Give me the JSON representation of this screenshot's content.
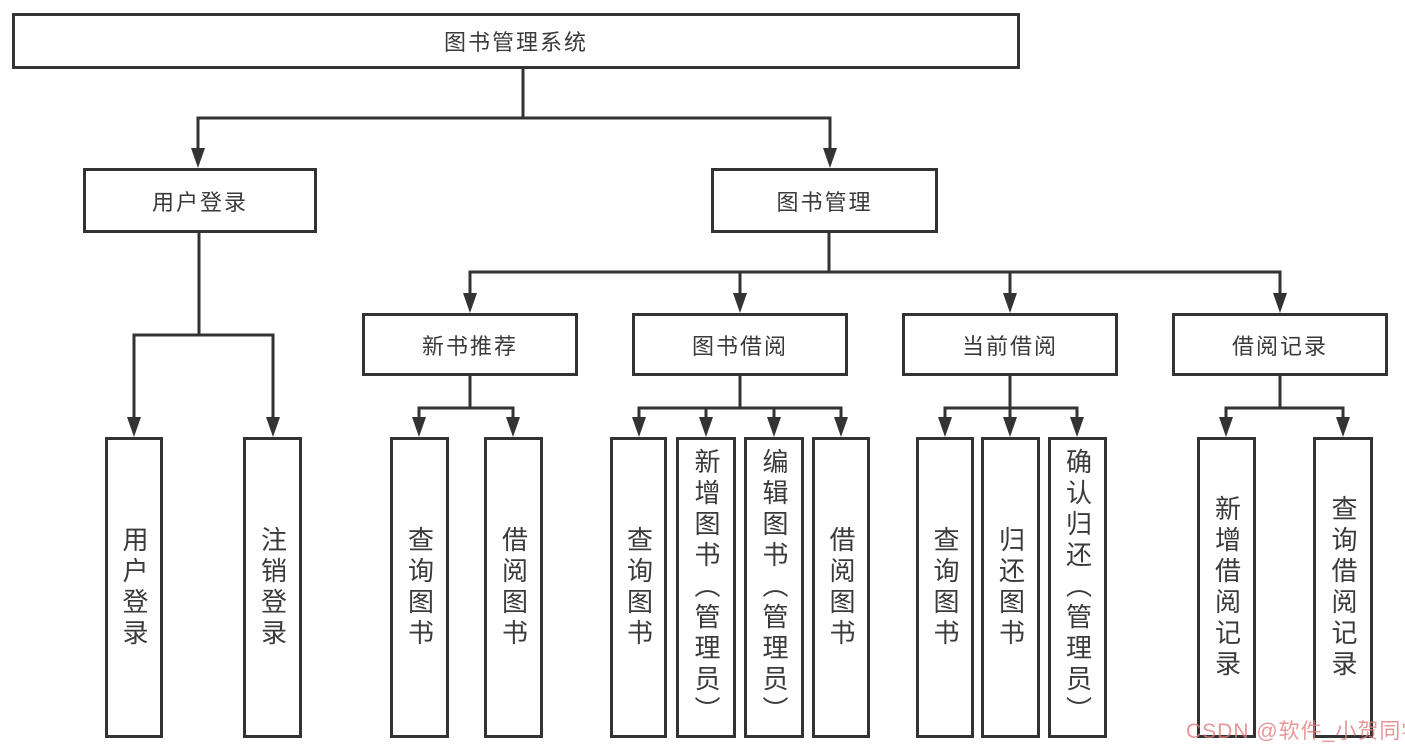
{
  "diagram": {
    "watermark": "CSDN @软件_小贺同学",
    "colors": {
      "background": "#ffffff",
      "line": "#333333",
      "box_border": "#333333",
      "text": "#3a3a3a",
      "watermark": "#e17d7d"
    },
    "nodes": {
      "root": {
        "label": "图书管理系统"
      },
      "user_login": {
        "label": "用户登录"
      },
      "book_management": {
        "label": "图书管理"
      },
      "new_book_recommend": {
        "label": "新书推荐"
      },
      "book_borrowing": {
        "label": "图书借阅"
      },
      "current_borrowing": {
        "label": "当前借阅"
      },
      "borrowing_records": {
        "label": "借阅记录"
      },
      "leaf_user_login": {
        "label": "用户登录"
      },
      "leaf_logout": {
        "label": "注销登录"
      },
      "leaf_query_books_recommend": {
        "label": "查询图书"
      },
      "leaf_borrow_books_recommend": {
        "label": "借阅图书"
      },
      "leaf_query_books_borrowing": {
        "label": "查询图书"
      },
      "leaf_add_books_admin": {
        "label": "新增图书（管理员）"
      },
      "leaf_edit_books_admin": {
        "label": "编辑图书（管理员）"
      },
      "leaf_borrow_books_borrowing": {
        "label": "借阅图书"
      },
      "leaf_query_books_current": {
        "label": "查询图书"
      },
      "leaf_return_books": {
        "label": "归还图书"
      },
      "leaf_confirm_return_admin": {
        "label": "确认归还（管理员）"
      },
      "leaf_add_borrow_record": {
        "label": "新增借阅记录"
      },
      "leaf_query_borrow_record": {
        "label": "查询借阅记录"
      }
    },
    "hierarchy": {
      "label": "图书管理系统",
      "children": [
        {
          "label": "用户登录",
          "children": [
            {
              "label": "用户登录"
            },
            {
              "label": "注销登录"
            }
          ]
        },
        {
          "label": "图书管理",
          "children": [
            {
              "label": "新书推荐",
              "children": [
                {
                  "label": "查询图书"
                },
                {
                  "label": "借阅图书"
                }
              ]
            },
            {
              "label": "图书借阅",
              "children": [
                {
                  "label": "查询图书"
                },
                {
                  "label": "新增图书（管理员）"
                },
                {
                  "label": "编辑图书（管理员）"
                },
                {
                  "label": "借阅图书"
                }
              ]
            },
            {
              "label": "当前借阅",
              "children": [
                {
                  "label": "查询图书"
                },
                {
                  "label": "归还图书"
                },
                {
                  "label": "确认归还（管理员）"
                }
              ]
            },
            {
              "label": "借阅记录",
              "children": [
                {
                  "label": "新增借阅记录"
                },
                {
                  "label": "查询借阅记录"
                }
              ]
            }
          ]
        }
      ]
    }
  }
}
